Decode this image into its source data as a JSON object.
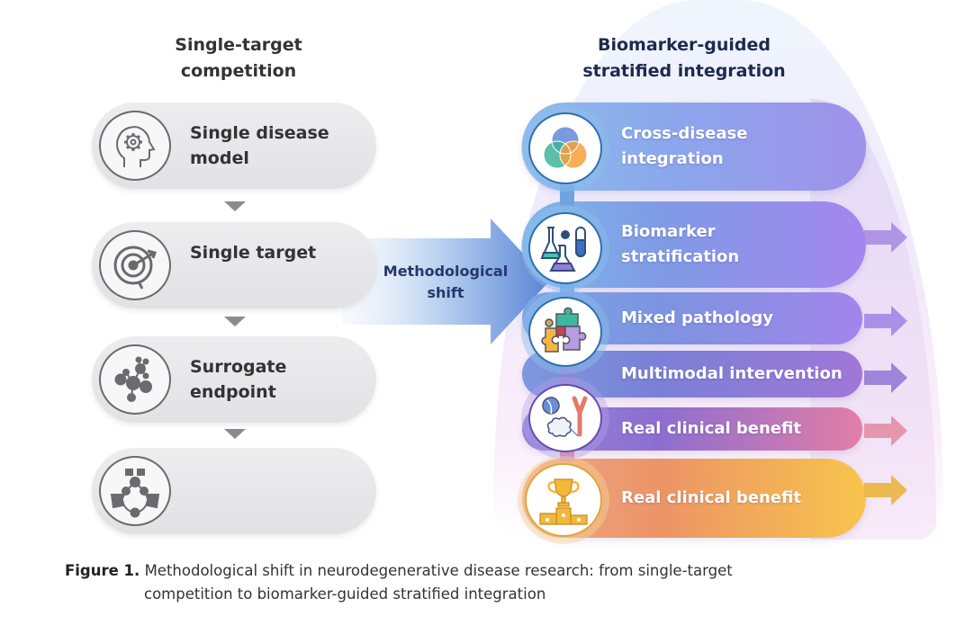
{
  "left_column": {
    "title": "Single-target competition",
    "title_line1": "Single-target",
    "title_line2": "competition",
    "steps": [
      {
        "icon": "head-gears-icon",
        "line1": "Single disease",
        "line2": "model"
      },
      {
        "icon": "target-dart-icon",
        "line1": "Single target",
        "line2": ""
      },
      {
        "icon": "molecule-network-icon",
        "line1": "Surrogate",
        "line2": "endpoint"
      },
      {
        "icon": "pathway-network-icon",
        "line1": "",
        "line2": ""
      }
    ],
    "pill_color": "#e5e5e8",
    "text_color": "#333333"
  },
  "shift": {
    "line1": "Methodological",
    "line2": "shift",
    "color": "#5b86d6"
  },
  "right_column": {
    "title_line1": "Biomarker-guided",
    "title_line2": "stratified integration",
    "title_color": "#1d2a4d",
    "steps": [
      {
        "icon": "venn-diagram-icon",
        "line1": "Cross-disease",
        "line2": "integration",
        "color_start": "#7fb2ea",
        "color_end": "#9b8ee8"
      },
      {
        "icon": "lab-flasks-icon",
        "line1": "Biomarker",
        "line2": "stratification",
        "color_start": "#72a8e6",
        "color_end": "#a486ee"
      },
      {
        "icon": "puzzle-pieces-icon",
        "line1": "Mixed pathology",
        "line2": "",
        "color_start": "#6e9ee2",
        "color_end": "#9f84ea"
      },
      {
        "icon": "",
        "line1": "Multimodal intervention",
        "line2": "",
        "color_start": "#6f8ad8",
        "color_end": "#9a6fd6"
      },
      {
        "icon": "antibody-cells-icon",
        "line1": "Real clinical benefit",
        "line2": "",
        "color_start": "#7b74d2",
        "color_end": "#e07aa8"
      },
      {
        "icon": "trophy-podium-icon",
        "line1": "Real clinical benefit",
        "line2": "",
        "color_start": "#e58a6c",
        "color_end": "#f7c24a"
      }
    ]
  },
  "caption": {
    "label": "Figure 1.",
    "line1": "Methodological shift in neurodegenerative disease research: from single-target",
    "line2": "competition to biomarker-guided stratified integration"
  }
}
